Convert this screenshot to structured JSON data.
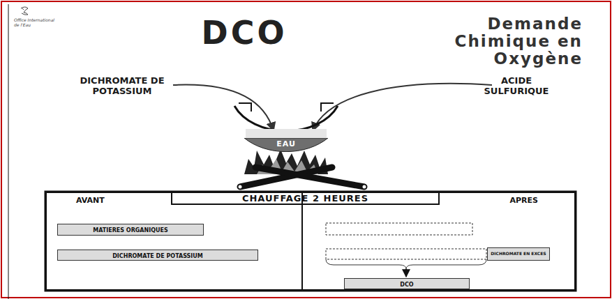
{
  "diagram": {
    "title": "DCO",
    "nodes": [
      {
        "text": [
          "EAU"
        ]
      },
      {
        "text": [
          "AVANT"
        ]
      },
      {
        "text": [
          "CHAUFFAGE 2 HEURES"
        ]
      },
      {
        "text": [
          "APRES"
        ]
      },
      {
        "text": [
          "MATIERES ORGANIQUES"
        ],
        "in": 1
      },
      {
        "text": [
          "DICHROMATE DE POTASSIUM"
        ],
        "in": 1
      },
      {
        "text": [
          "DICHROMATE EN EXCES"
        ],
        "in": 3
      },
      {
        "text": [
          "DCO"
        ],
        "in": 3
      }
    ],
    "labels": [
      "Office International de l'Eau",
      "Demande Chimique en Oxygène",
      "DICHROMATE DE POTASSIUM",
      "ACIDE SULFURIQUE"
    ]
  }
}
